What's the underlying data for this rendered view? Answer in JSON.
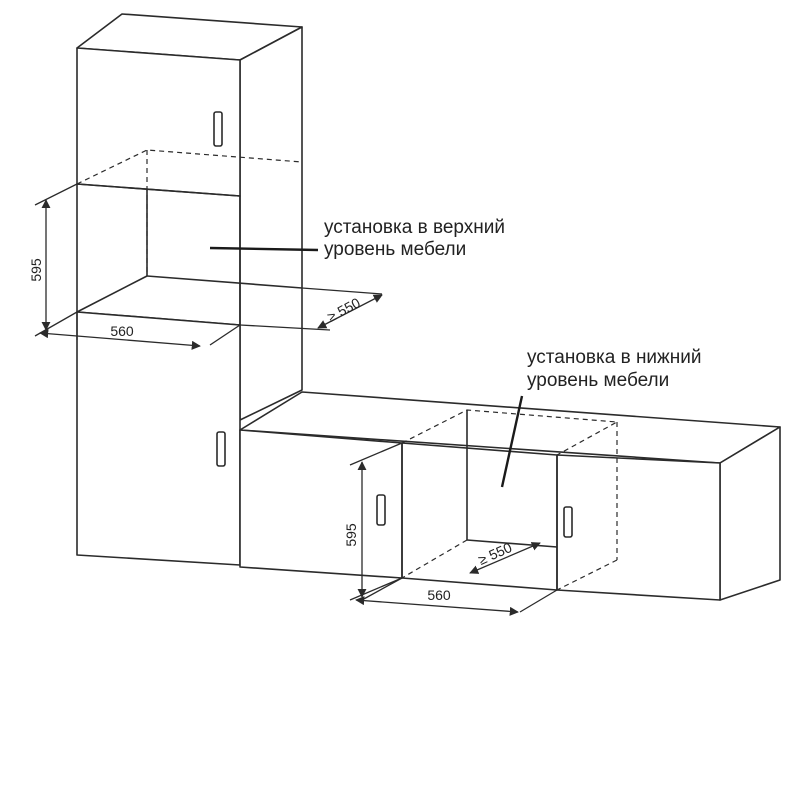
{
  "labels": {
    "upper_install_line1": "установка в верхний",
    "upper_install_line2": "уровень мебели",
    "lower_install_line1": "установка в нижний",
    "lower_install_line2": "уровень мебели"
  },
  "dimensions": {
    "upper": {
      "height": "595",
      "width": "560",
      "depth": "≥ 550"
    },
    "lower": {
      "height": "595",
      "width": "560",
      "depth": "≥ 550"
    }
  }
}
